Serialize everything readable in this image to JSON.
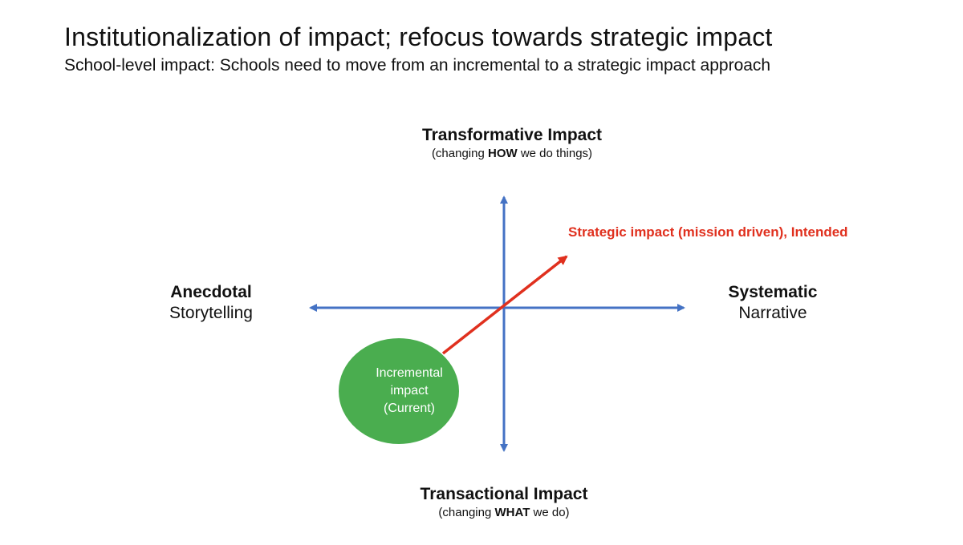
{
  "slide": {
    "title": "Institutionalization of impact; refocus towards strategic impact",
    "subtitle": "School-level impact: Schools need to move from an incremental to a strategic impact approach"
  },
  "axes": {
    "top": {
      "title": "Transformative Impact",
      "sub_prefix": "(changing ",
      "sub_bold": "HOW",
      "sub_suffix": " we do things)"
    },
    "bottom": {
      "title": "Transactional Impact",
      "sub_prefix": "(changing ",
      "sub_bold": "WHAT",
      "sub_suffix": " we do)"
    },
    "left": {
      "title": "Anecdotal",
      "sub": "Storytelling"
    },
    "right": {
      "title": "Systematic",
      "sub": "Narrative"
    }
  },
  "strategic_arrow": {
    "label": "Strategic impact (mission driven), Intended",
    "color": "#e0301e"
  },
  "incremental_bubble": {
    "line1": "Incremental",
    "line2": "impact",
    "line3": "(Current)",
    "color": "#4aad4f"
  },
  "colors": {
    "axis": "#4472c4",
    "strategic": "#e0301e",
    "bubble": "#4aad4f"
  }
}
